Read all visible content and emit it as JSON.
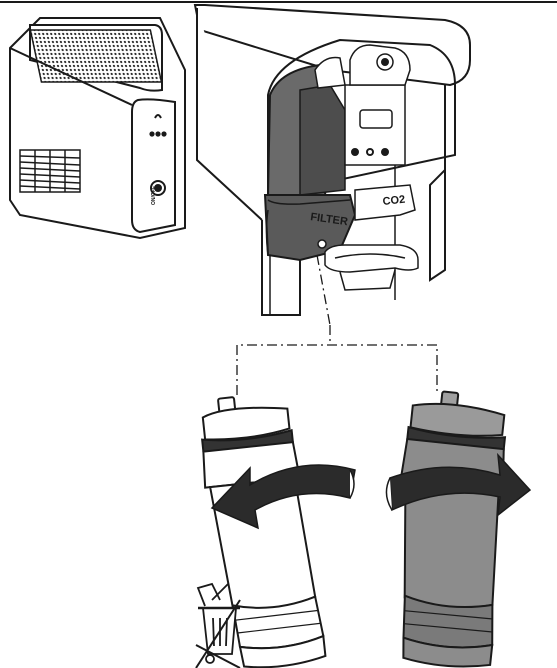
{
  "labels": {
    "filter": "FILTER",
    "co2": "CO2",
    "power_button_text": "ON/OFF"
  },
  "colors": {
    "outline": "#1a1a1a",
    "housing_dark": "#555555",
    "new_filter_fill": "#8c8c8c",
    "old_filter_fill": "#ffffff",
    "arrow_fill": "#2b2b2b"
  },
  "icons": [
    "waste-bin-icon",
    "replace-arrow-left-icon",
    "replace-arrow-right-icon"
  ]
}
